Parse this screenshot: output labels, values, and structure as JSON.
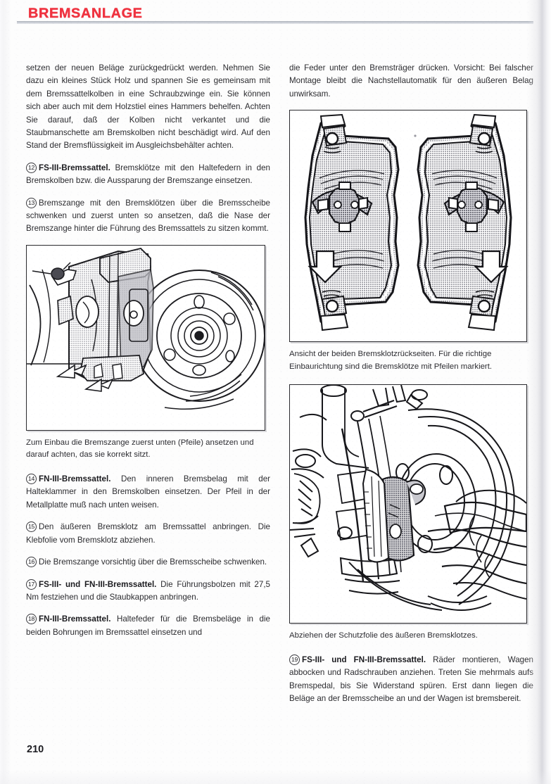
{
  "header": {
    "title": "BREMSANLAGE",
    "accent_color": "#ef3340",
    "rule_color": "#b9bdc6"
  },
  "page_number": "210",
  "left_column": {
    "paragraphs": [
      {
        "id": "continued-text",
        "number": "",
        "lead": "",
        "text": "setzen der neuen Beläge zurückgedrückt werden. Nehmen Sie dazu ein kleines Stück Holz und spannen Sie es gemeinsam mit dem Bremssattelkolben in eine Schraubzwinge ein. Sie können sich aber auch mit dem Holzstiel eines Hammers behelfen. Achten Sie darauf, daß der Kolben nicht verkantet und die Staubmanschette am Bremskolben nicht beschädigt wird. Auf den Stand der Bremsflüssigkeit im Ausgleichsbehälter achten."
      },
      {
        "id": "step-12",
        "number": "12",
        "lead": "FS-III-Bremssattel.",
        "text": " Bremsklötze mit den Haltefedern in den Bremskolben bzw. die Aussparung der Bremszange einsetzen."
      },
      {
        "id": "step-13",
        "number": "13",
        "lead": "",
        "text": "Bremszange mit den Bremsklötzen über die Bremsscheibe schwenken und zuerst unten so ansetzen, daß die Nase der Bremszange hinter die Führung des Bremssattels zu sitzen kommt."
      }
    ],
    "figure_caliper": {
      "name": "brake-caliper-installation-illustration",
      "caption": "Zum Einbau die Bremszange zuerst unten (Pfeile) ansetzen und darauf achten, das sie korrekt sitzt."
    },
    "paragraphs_after": [
      {
        "id": "step-14",
        "number": "14",
        "lead": "FN-III-Bremssattel.",
        "text": " Den inneren Bremsbelag mit der Halteklammer in den Bremskolben einsetzen. Der Pfeil in der Metallplatte muß nach unten weisen."
      },
      {
        "id": "step-15",
        "number": "15",
        "lead": "",
        "text": "Den äußeren Bremsklotz am Bremssattel anbringen. Die Klebfolie vom Bremsklotz abziehen."
      },
      {
        "id": "step-16",
        "number": "16",
        "lead": "",
        "text": "Die Bremszange vorsichtig über die Bremsscheibe schwenken."
      },
      {
        "id": "step-17",
        "number": "17",
        "lead": "FS-III- und FN-III-Bremssattel.",
        "text": " Die Führungsbolzen mit 27,5 Nm festziehen und die Staubkappen anbringen."
      },
      {
        "id": "step-18",
        "number": "18",
        "lead": "FN-III-Bremssattel.",
        "text": " Haltefeder für die Bremsbeläge in die beiden Bohrungen im Bremssattel einsetzen und"
      }
    ]
  },
  "right_column": {
    "paragraphs": [
      {
        "id": "step-18-continued",
        "number": "",
        "lead": "",
        "text": "die Feder unter den Bremsträger drücken. Vorsicht: Bei falscher Montage bleibt die Nachstellautomatik für den äußeren Belag unwirksam."
      }
    ],
    "figure_pads": {
      "name": "brake-pad-backplates-illustration",
      "caption": "Ansicht der beiden Bremsklotzrückseiten. Für die richtige Einbaurichtung sind die Bremsklötze mit Pfeilen markiert."
    },
    "figure_foil": {
      "name": "peeling-protective-foil-illustration",
      "caption": "Abziehen der Schutzfolie des äußeren Bremsklotzes."
    },
    "paragraphs_after": [
      {
        "id": "step-19",
        "number": "19",
        "lead": "FS-III- und FN-III-Bremssattel.",
        "text": " Räder montieren, Wagen abbocken und Radschrauben anziehen. Treten Sie mehrmals aufs Bremspedal, bis Sie Widerstand spüren. Erst dann liegen die Beläge an der Bremsscheibe an und der Wagen ist bremsbereit."
      }
    ]
  }
}
